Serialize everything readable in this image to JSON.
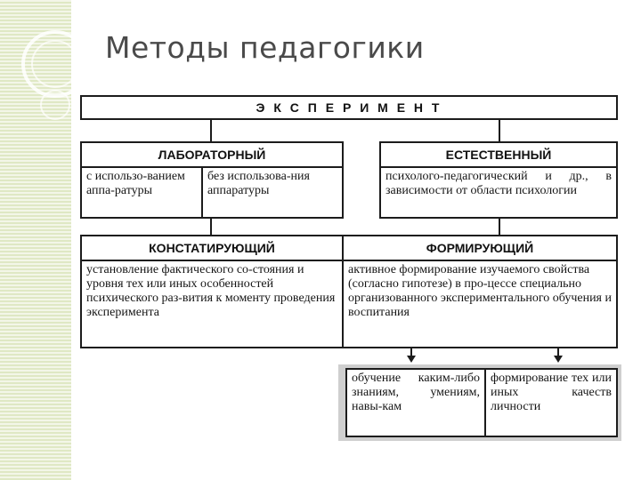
{
  "slide": {
    "title": "Методы педагогики"
  },
  "diagram": {
    "root": "Э К С П Е Р И М Е Н Т",
    "laboratory": {
      "label": "ЛАБОРАТОРНЫЙ",
      "with_apparatus": "с использо-ванием аппа-ратуры",
      "without_apparatus": "без использова-ния аппаратуры"
    },
    "natural": {
      "label": "ЕСТЕСТВЕННЫЙ",
      "description": "психолого-педагогический и др., в зависимости от области психологии"
    },
    "ascertaining": {
      "label": "КОНСТАТИРУЮЩИЙ",
      "description": "установление фактического со-стояния и уровня тех или иных особенностей психического раз-вития к моменту проведения эксперимента"
    },
    "forming": {
      "label": "ФОРМИРУЮЩИЙ",
      "description": "активное формирование изучаемого свойства (согласно гипотезе) в про-цессе специально организованного экспериментального обучения и воспитания",
      "outcome_learning": "обучение каким-либо знаниям, умениям, навы-кам",
      "outcome_qualities": "формирование тех или иных качеств личности"
    }
  },
  "colors": {
    "stripe": "#dfe8c4",
    "title": "#4a4a4a",
    "line": "#1c1c1c"
  }
}
